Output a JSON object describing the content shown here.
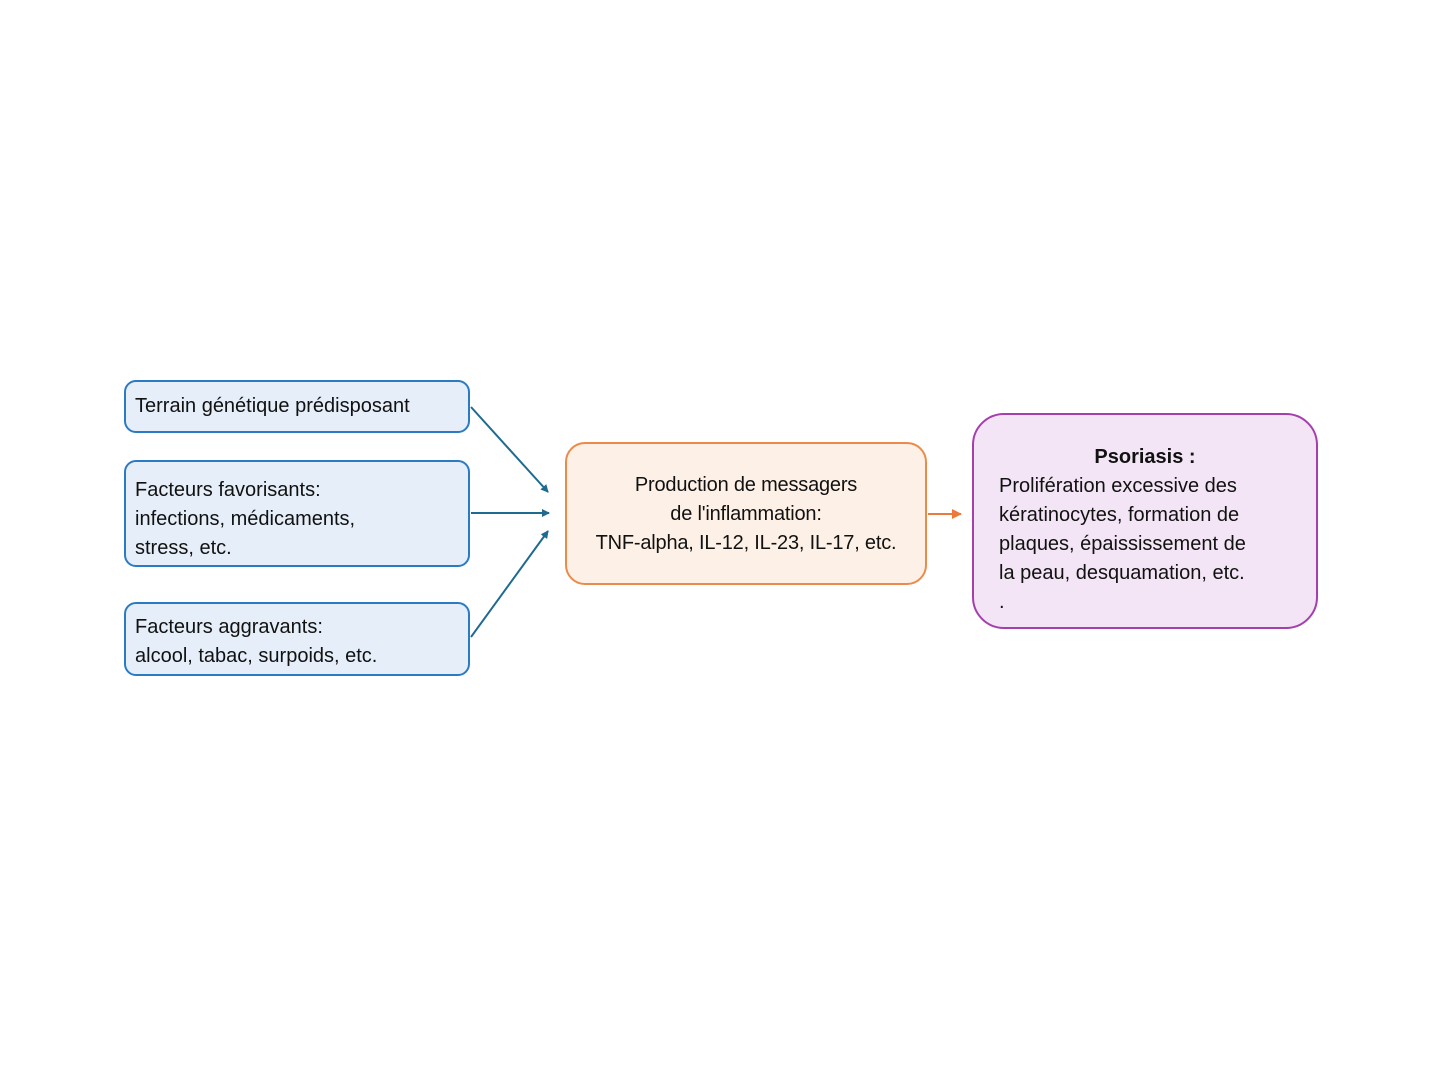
{
  "diagram": {
    "causes": [
      {
        "id": "genetic",
        "lines": [
          "Terrain  génétique prédisposant"
        ]
      },
      {
        "id": "favoring",
        "lines": [
          "Facteurs favorisants:",
          "infections, médicaments,",
          "stress, etc."
        ]
      },
      {
        "id": "aggravating",
        "lines": [
          "Facteurs aggravants:",
          "alcool, tabac, surpoids, etc."
        ]
      }
    ],
    "mechanism": {
      "lines": [
        "Production de messagers",
        "de l'inflammation:",
        "TNF-alpha, IL-12, IL-23, IL-17, etc."
      ]
    },
    "outcome": {
      "title": "Psoriasis :",
      "lines": [
        "Prolifération excessive des",
        "kératinocytes, formation de",
        "plaques, épaississement de",
        "la peau, desquamation, etc.",
        "."
      ]
    },
    "edges": [
      {
        "from": "genetic",
        "to": "mechanism"
      },
      {
        "from": "favoring",
        "to": "mechanism"
      },
      {
        "from": "aggravating",
        "to": "mechanism"
      },
      {
        "from": "mechanism",
        "to": "outcome"
      }
    ],
    "colors": {
      "cause_border": "#2a7ac4",
      "cause_fill": "#e6eff9",
      "cause_arrow": "#1f6a91",
      "mechanism_border": "#ec8a4a",
      "mechanism_fill": "#fdf1e7",
      "mechanism_arrow": "#ec7a3c",
      "outcome_border": "#a53fae",
      "outcome_fill": "#f3e5f5"
    }
  }
}
